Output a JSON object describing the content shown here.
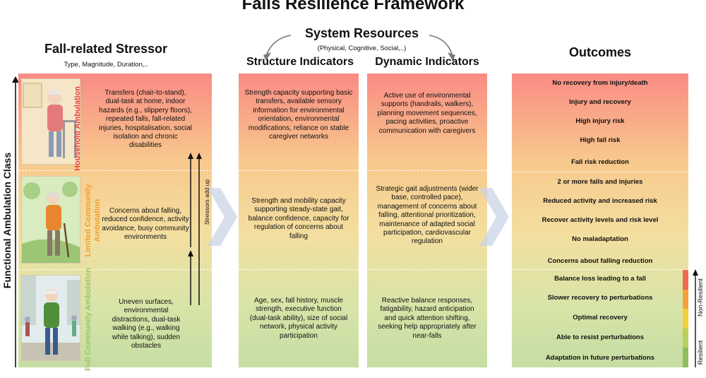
{
  "title": "Falls Resilience Framework",
  "system_resources": {
    "title": "System Resources",
    "subtitle": "(Physical, Cognitive, Social,..)"
  },
  "stressor": {
    "title": "Fall-related Stressor",
    "subtitle": "Type, Magnitude, Duration,.."
  },
  "structure": {
    "title": "Structure Indicators"
  },
  "dynamic": {
    "title": "Dynamic Indicators"
  },
  "outcomes": {
    "title": "Outcomes"
  },
  "axis": {
    "left": "Functional Ambulation Class",
    "stressors_add_up": "Stressors add up",
    "non_resilient": "Non-Resilient",
    "resilient": "Resilient"
  },
  "rows": [
    {
      "class": "Household Ambulation",
      "stressor": "Transfers (chair-to-stand), dual-task at home, indoor hazards (e.g., slippery floors), repeated falls, fall-related injuries, hospitalisation, social isolation and chronic disabilities",
      "structure": "Strength capacity supporting basic transfers, available sensory information for environmental orientation, environmental modifications, reliance on stable caregiver networks",
      "dynamic": "Active use of environmental supports (handrails, walkers), planning movement sequences, pacing activities, proactive communication with caregivers",
      "outcomes": [
        "No recovery from injury/death",
        "Injury and recovery",
        "High injury risk",
        "High fall risk",
        "Fall risk reduction"
      ]
    },
    {
      "class": "Limited Community Ambulation",
      "stressor": "Concerns about falling, reduced confidence, activity avoidance, busy community environments",
      "structure": "Strength and mobility capacity supporting steady-state gait, balance confidence, capacity for regulation of concerns about falling",
      "dynamic": "Strategic gait adjustments (wider base, controlled pace), management of concerns about falling, attentional prioritization, maintenance of adapted social participation, cardiovascular regulation",
      "outcomes": [
        "2 or more falls and injuries",
        "Reduced activity and increased risk",
        "Recover activity levels and risk level",
        "No maladaptation",
        "Concerns about falling reduction"
      ]
    },
    {
      "class": "Full Community Ambulation",
      "stressor": "Uneven surfaces, environmental distractions, dual-task walking (e.g., walking while talking), sudden obstacles",
      "structure": "Age, sex, fall history, muscle strength, executive function (dual-task ability), size of social network, physical activity participation",
      "dynamic": "Reactive balance responses, fatigability, hazard anticipation and quick attention shifting, seeking help appropriately after near-falls",
      "outcomes": [
        "Balance loss leading to a fall",
        "Slower recovery to perturbations",
        "Optimal recovery",
        "Able to resist perturbations",
        "Adaptation in future perturbations"
      ]
    }
  ],
  "colors": {
    "household": "#e8403a",
    "limited": "#f0a030",
    "full": "#9cc46a",
    "scale": [
      "#f26a4d",
      "#f4a13c",
      "#f3cf3b",
      "#b9d05a",
      "#8fbf5a"
    ]
  }
}
